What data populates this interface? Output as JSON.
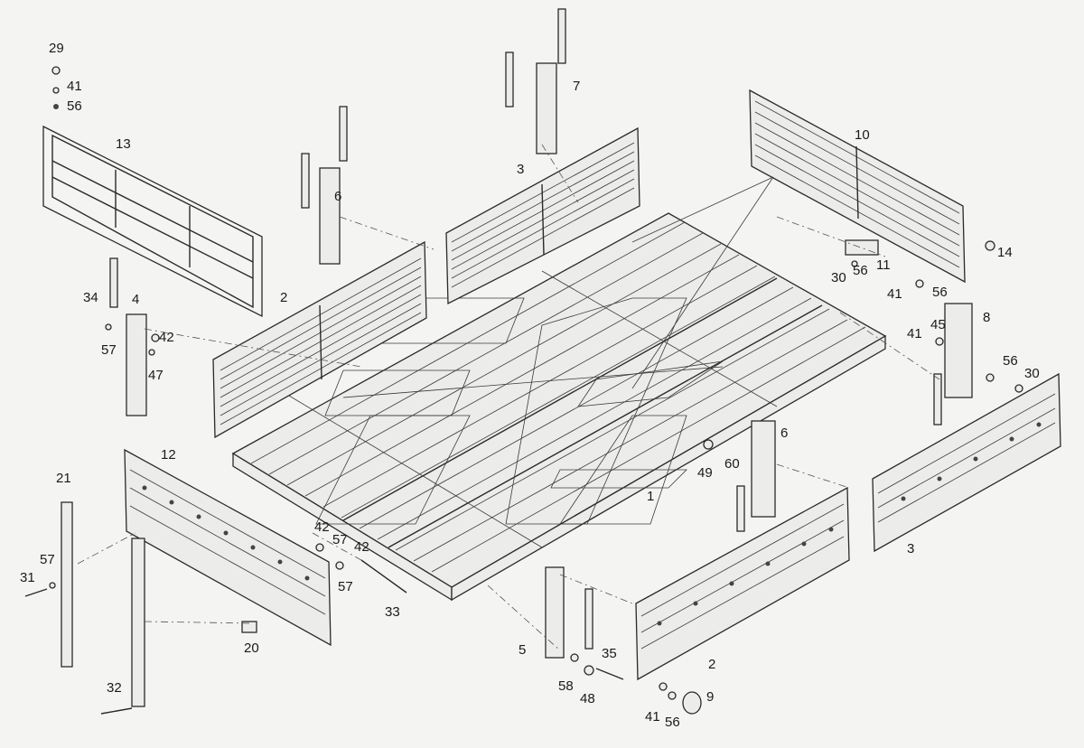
{
  "diagram": {
    "labels": [
      {
        "id": "l29a",
        "text": "29"
      },
      {
        "id": "l41a",
        "text": "41"
      },
      {
        "id": "l56a",
        "text": "56"
      },
      {
        "id": "l13",
        "text": "13"
      },
      {
        "id": "l7",
        "text": "7"
      },
      {
        "id": "l3a",
        "text": "3"
      },
      {
        "id": "l6a",
        "text": "6"
      },
      {
        "id": "l10",
        "text": "10"
      },
      {
        "id": "l14",
        "text": "14"
      },
      {
        "id": "l30a",
        "text": "30"
      },
      {
        "id": "l56b",
        "text": "56"
      },
      {
        "id": "l11",
        "text": "11"
      },
      {
        "id": "l41b",
        "text": "41"
      },
      {
        "id": "l56c",
        "text": "56"
      },
      {
        "id": "l2a",
        "text": "2"
      },
      {
        "id": "l34",
        "text": "34"
      },
      {
        "id": "l4",
        "text": "4"
      },
      {
        "id": "l42a",
        "text": "42"
      },
      {
        "id": "l57a",
        "text": "57"
      },
      {
        "id": "l47",
        "text": "47"
      },
      {
        "id": "l8",
        "text": "8"
      },
      {
        "id": "l41c",
        "text": "41"
      },
      {
        "id": "l45",
        "text": "45"
      },
      {
        "id": "l56d",
        "text": "56"
      },
      {
        "id": "l30b",
        "text": "30"
      },
      {
        "id": "l12",
        "text": "12"
      },
      {
        "id": "l6b",
        "text": "6"
      },
      {
        "id": "l49",
        "text": "49"
      },
      {
        "id": "l60",
        "text": "60"
      },
      {
        "id": "l1",
        "text": "1"
      },
      {
        "id": "l21",
        "text": "21"
      },
      {
        "id": "l42b",
        "text": "42"
      },
      {
        "id": "l57b",
        "text": "57"
      },
      {
        "id": "l42c",
        "text": "42"
      },
      {
        "id": "l57c",
        "text": "57"
      },
      {
        "id": "l3b",
        "text": "3"
      },
      {
        "id": "l31",
        "text": "31"
      },
      {
        "id": "l57d",
        "text": "57"
      },
      {
        "id": "l33",
        "text": "33"
      },
      {
        "id": "l20",
        "text": "20"
      },
      {
        "id": "l5",
        "text": "5"
      },
      {
        "id": "l35",
        "text": "35"
      },
      {
        "id": "l2b",
        "text": "2"
      },
      {
        "id": "l58",
        "text": "58"
      },
      {
        "id": "l48",
        "text": "48"
      },
      {
        "id": "l9",
        "text": "9"
      },
      {
        "id": "l32",
        "text": "32"
      },
      {
        "id": "l41d",
        "text": "41"
      },
      {
        "id": "l56e",
        "text": "56"
      }
    ]
  }
}
